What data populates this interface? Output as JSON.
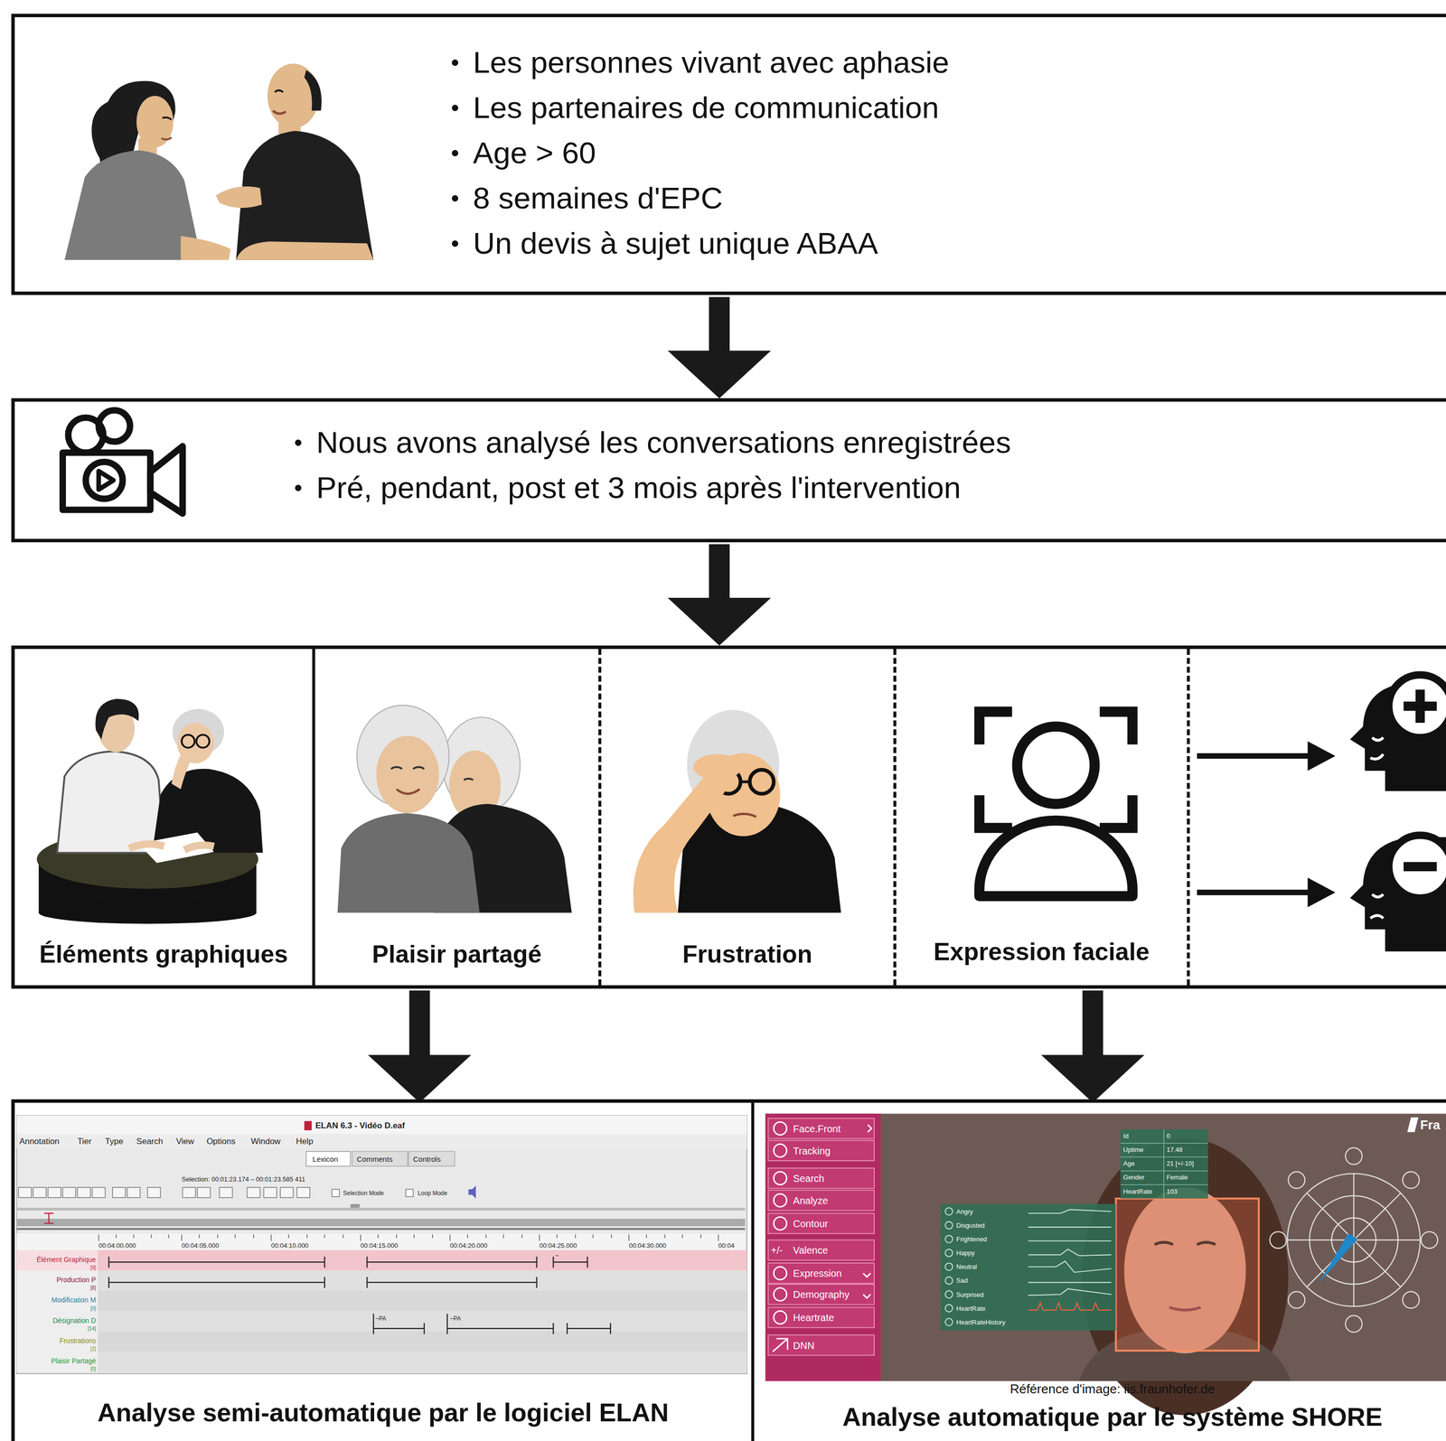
{
  "diagram": {
    "nodes": [
      {
        "text": [
          "Les personnes vivant avec aphasie",
          "Les partenaires de communication",
          "Age > 60",
          "8 semaines d'EPC",
          "Un devis à sujet unique ABAA"
        ]
      },
      {
        "text": [
          "Nous avons analysé les conversations enregistrées",
          "Pré, pendant, post et 3 mois après l'intervention"
        ]
      },
      {
        "text": []
      },
      {
        "text": [
          "Éléments graphiques"
        ],
        "in": 2
      },
      {
        "text": [
          "Plaisir partagé"
        ],
        "in": 2
      },
      {
        "text": [
          "Frustration"
        ],
        "in": 2
      },
      {
        "text": [
          "Expression faciale"
        ],
        "in": 2
      },
      {
        "text": []
      },
      {
        "text": [
          "Analyse semi-automatique par le logiciel ELAN"
        ],
        "in": 7
      },
      {
        "text": [
          "Référence d'image: iis.fraunhofer.de",
          "Analyse automatique par le système SHORE"
        ],
        "in": 7
      }
    ],
    "edges": [
      {
        "from": 0,
        "to": 1,
        "arrow": "to"
      },
      {
        "from": 1,
        "to": 2,
        "arrow": "to"
      },
      {
        "from": 2,
        "to": 8,
        "arrow": "to"
      },
      {
        "from": 2,
        "to": 9,
        "arrow": "to"
      }
    ],
    "labels": [
      "ELAN 6.3 - Vidéo D.eaf",
      "Annotation",
      "Tier",
      "Type",
      "Search",
      "View",
      "Options",
      "Window",
      "Help",
      "Lexicon",
      "Comments",
      "Controls",
      "Selection: 00:01:23.174 – 00:01:23.585 411",
      "Selection Mode",
      "Loop Mode",
      "00:04:00.000",
      "00:04:05.000",
      "00:04:10.000",
      "00:04:15.000",
      "00:04:20.000",
      "00:04:25.000",
      "00:04:30.000",
      "00:04",
      "Élément Graphique",
      "[9]",
      "Production P",
      "[8]",
      "Modification M",
      "[0]",
      "Désignation D",
      "[14]",
      "Frustrations",
      "[2]",
      "Plaisir Partagé",
      "[0]",
      "~PA",
      "~PA",
      "~",
      "Face.Front",
      "Tracking",
      "Search",
      "Analyze",
      "Contour",
      "+/-",
      "Valence",
      "Expression",
      "Demography",
      "Heartrate",
      "DNN",
      "Id",
      "0",
      "Uptime",
      "17.48",
      "Age",
      "21 [+/-10]",
      "Gender",
      "Female",
      "HeartRate",
      "103",
      "Angry",
      "Disgusted",
      "Frightened",
      "Happy",
      "Neutral",
      "Sad",
      "Surprised",
      "HeartRate",
      "HeartRateHistory",
      "Fra"
    ]
  }
}
